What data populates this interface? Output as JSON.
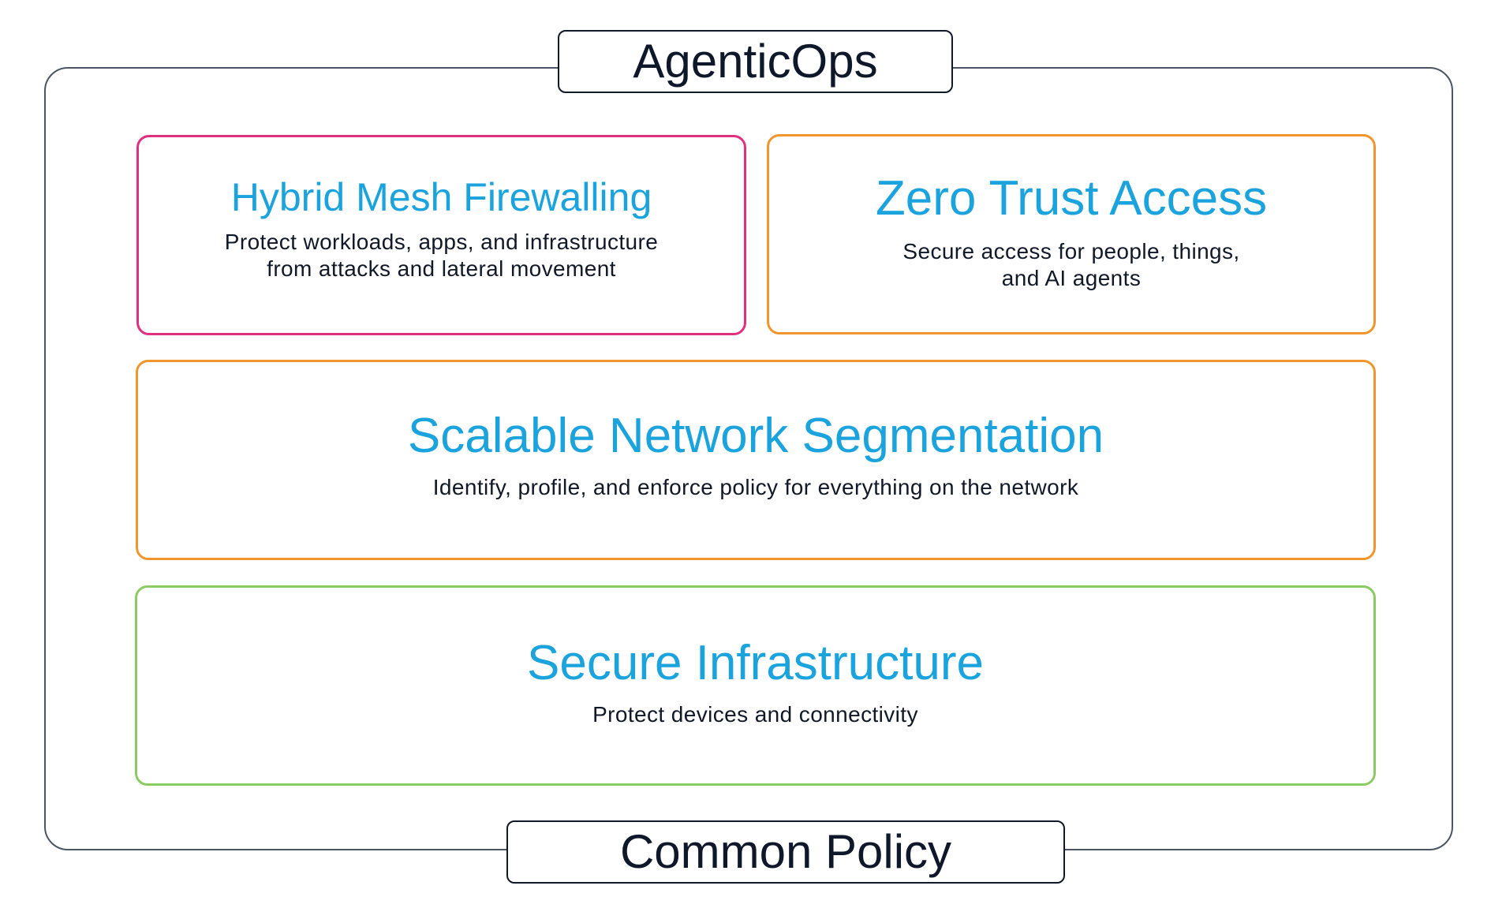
{
  "header": {
    "title": "AgenticOps"
  },
  "footer": {
    "title": "Common Policy"
  },
  "cards": [
    {
      "title": "Hybrid Mesh Firewalling",
      "desc_line1": "Protect workloads, apps, and infrastructure",
      "desc_line2": "from attacks and lateral movement",
      "border_color": "#e0307f"
    },
    {
      "title": "Zero Trust Access",
      "desc_line1": "Secure access for people, things,",
      "desc_line2": "and AI agents",
      "border_color": "#f0962c"
    },
    {
      "title": "Scalable Network Segmentation",
      "desc_line1": "Identify, profile, and enforce policy for everything on the network",
      "border_color": "#f0962c"
    },
    {
      "title": "Secure Infrastructure",
      "desc_line1": "Protect devices and connectivity",
      "border_color": "#8ccb63"
    }
  ],
  "colors": {
    "title_text": "#1aa3dc",
    "body_text": "#111827",
    "frame": "#4b5563"
  }
}
